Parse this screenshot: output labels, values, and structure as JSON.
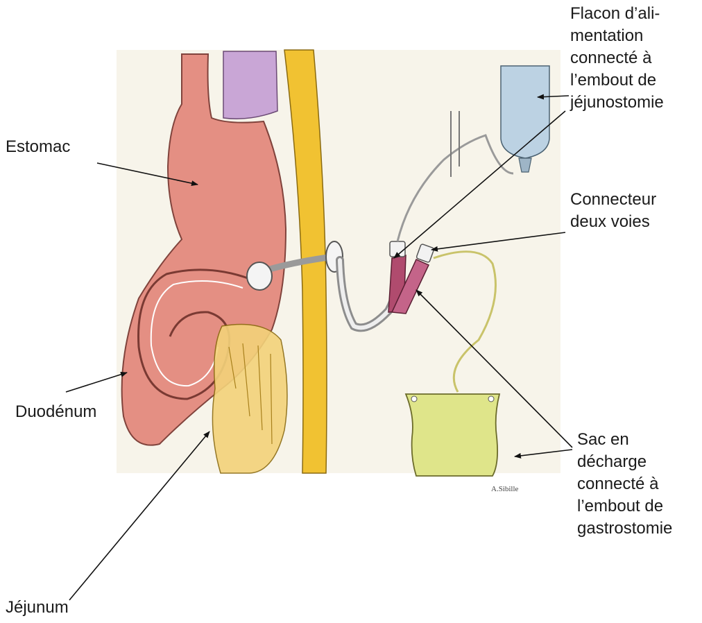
{
  "labels": {
    "flacon": "Flacon d’ali-\nmentation\nconnecté à\nl’embout de\njéjunostomie",
    "estomac": "Estomac",
    "connecteur": "Connecteur\ndeux voies",
    "duodenum": "Duodénum",
    "sac": "Sac en\ndécharge\nconnecté à\nl’embout de\ngastrostomie",
    "jejunum": "Jéjunum"
  },
  "signature": "A.Sibille",
  "colors": {
    "background_panel": "#f7f4ea",
    "stomach": "#e48a7e",
    "stomach_outline": "#7a3a33",
    "abdominal_wall": "#f1c232",
    "diaphragm_purple": "#c9a6d6",
    "connector": "#b04b6e",
    "feeding_bottle": "#bcd2e3",
    "drain_bag": "#dfe58a",
    "jejunum_yellow": "#f3d27a"
  }
}
